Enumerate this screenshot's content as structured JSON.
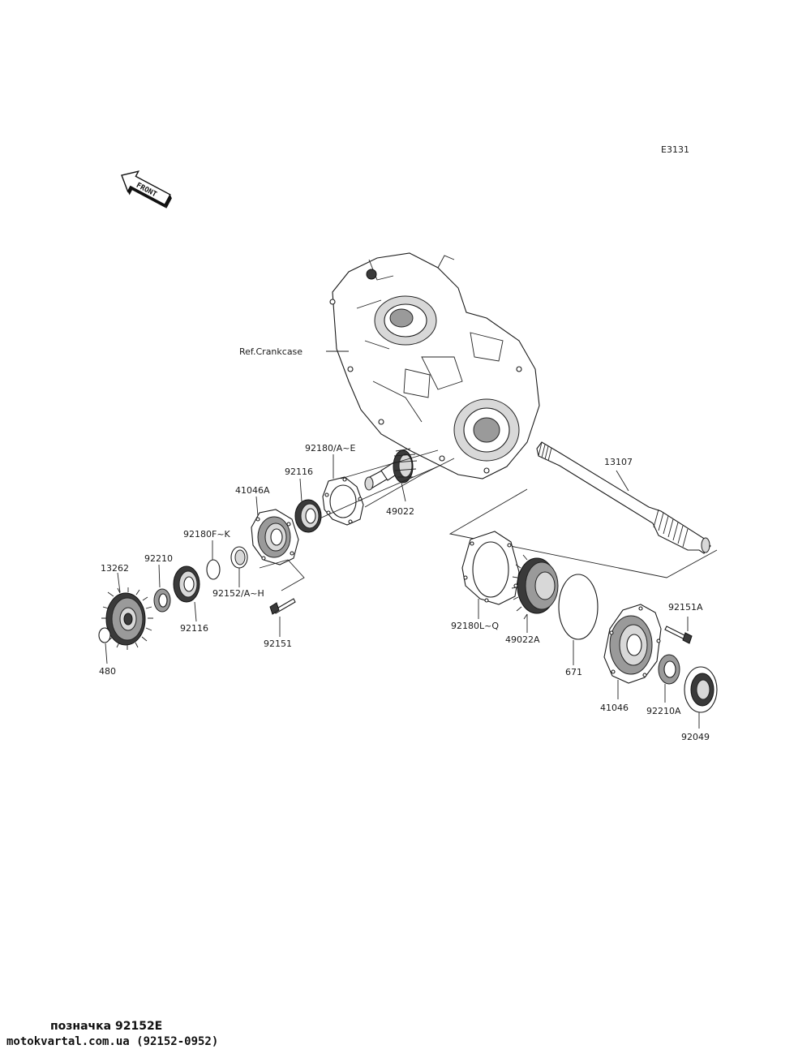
{
  "diagram_code": "E3131",
  "front_label": "FRONT",
  "ref_label": "Ref.Crankcase",
  "parts": {
    "p13107": "13107",
    "p92180AE": "92180/A~E",
    "p92116a": "92116",
    "p49022": "49022",
    "p41046A": "41046A",
    "p92180FK": "92180F~K",
    "p92152AH": "92152/A~H",
    "p92151": "92151",
    "p13262": "13262",
    "p92210": "92210",
    "p92116b": "92116",
    "p480": "480",
    "p92180LQ": "92180L~Q",
    "p49022A": "49022A",
    "p671": "671",
    "p92151A": "92151A",
    "p41046": "41046",
    "p92210A": "92210A",
    "p92049": "92049"
  },
  "caption": {
    "line1": "позначка 92152E",
    "line2": "motokvartal.com.ua (92152-0952)"
  }
}
